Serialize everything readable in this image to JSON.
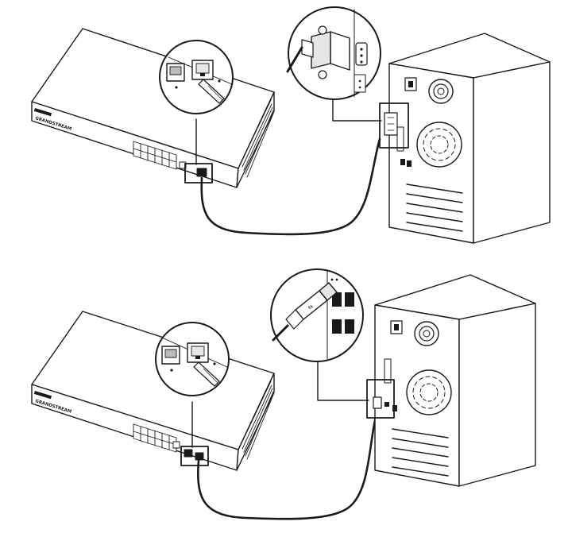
{
  "colors": {
    "ink": "#1a1a1a",
    "paper": "#ffffff",
    "shade": "#bdbdbd",
    "light": "#e6e6e6"
  },
  "brand": {
    "name": "GRANDSTREAM"
  },
  "figures": [
    {
      "connector": "serial-db9",
      "device": "network-switch",
      "host": "desktop-pc"
    },
    {
      "connector": "usb",
      "device": "network-switch",
      "host": "desktop-pc"
    }
  ]
}
